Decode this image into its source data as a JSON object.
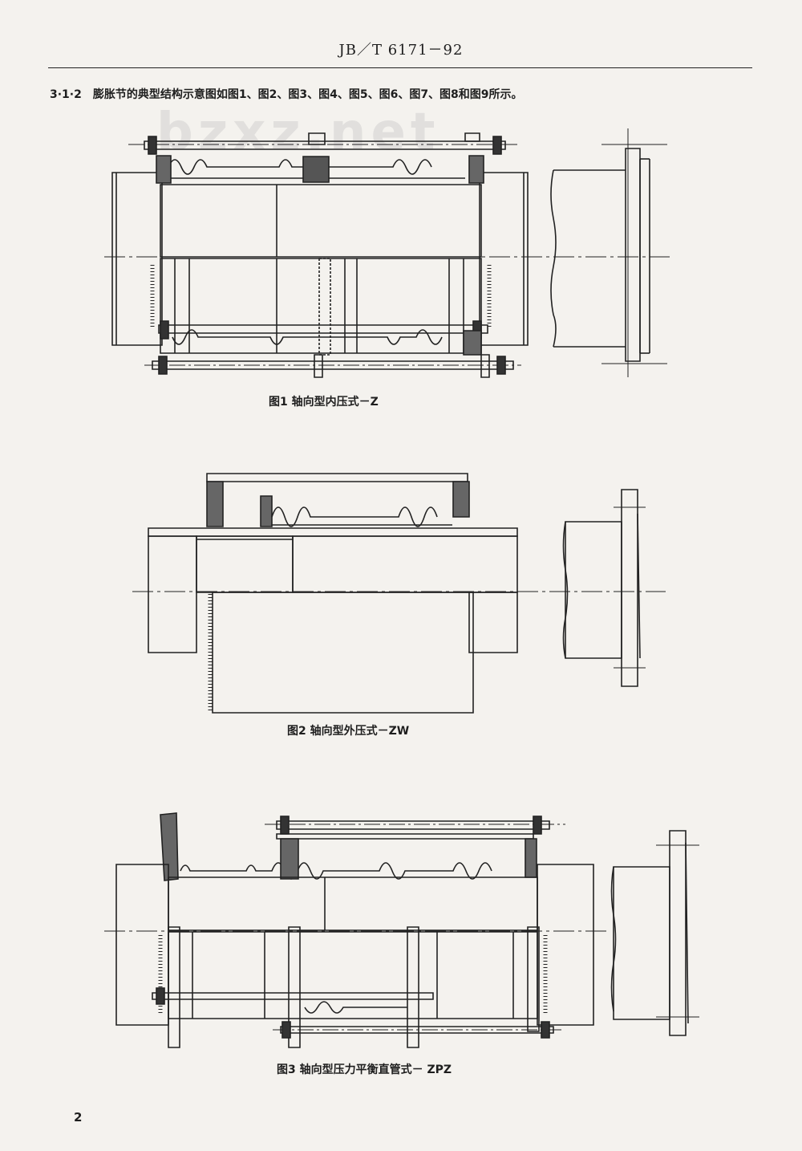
{
  "header": {
    "standard_code": "JB／T 6171－92"
  },
  "intro": {
    "clause_number": "3·1·2",
    "text": "膨胀节的典型结构示意图如图1、图2、图3、图4、图5、图6、图7、图8和图9所示。"
  },
  "watermark": "bzxz.net",
  "figures": [
    {
      "caption": "图1  轴向型内压式－Z"
    },
    {
      "caption": "图2  轴向型外压式－ZW"
    },
    {
      "caption": "图3  轴向型压力平衡直管式－ ZPZ"
    }
  ],
  "page_number": "2"
}
